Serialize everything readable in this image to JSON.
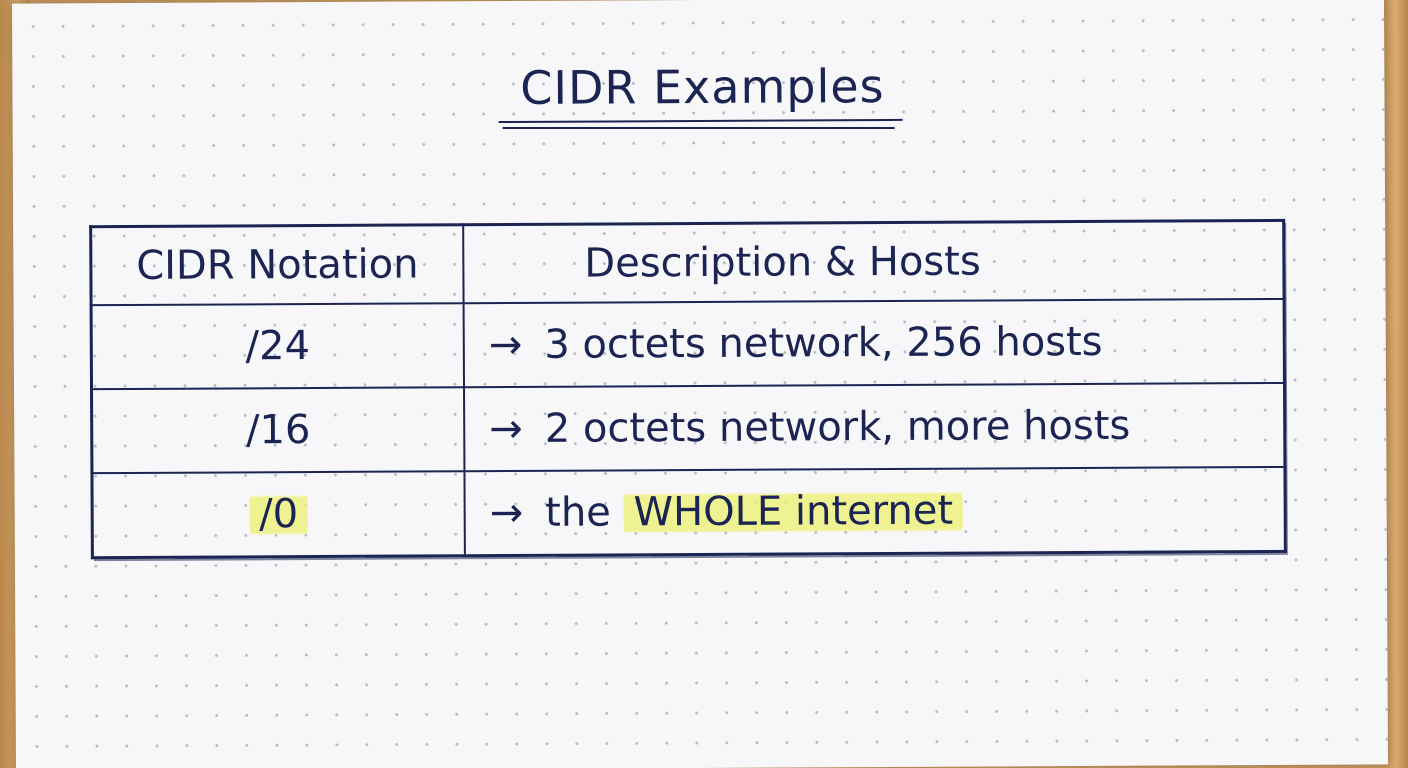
{
  "title": "CIDR Examples",
  "table": {
    "headers": [
      "CIDR Notation",
      "Description & Hosts"
    ],
    "rows": [
      {
        "notation": "/24",
        "arrow": "→",
        "description": "3 octets network, 256 hosts"
      },
      {
        "notation": "/16",
        "arrow": "→",
        "description": "2 octets network, more hosts"
      },
      {
        "notation": "/0",
        "arrow": "→",
        "description_prefix": "the",
        "description_highlight": "WHOLE internet"
      }
    ]
  },
  "colors": {
    "ink": "#1b2452",
    "highlighter": "#ecf06e",
    "paper": "#f7f7f9"
  }
}
